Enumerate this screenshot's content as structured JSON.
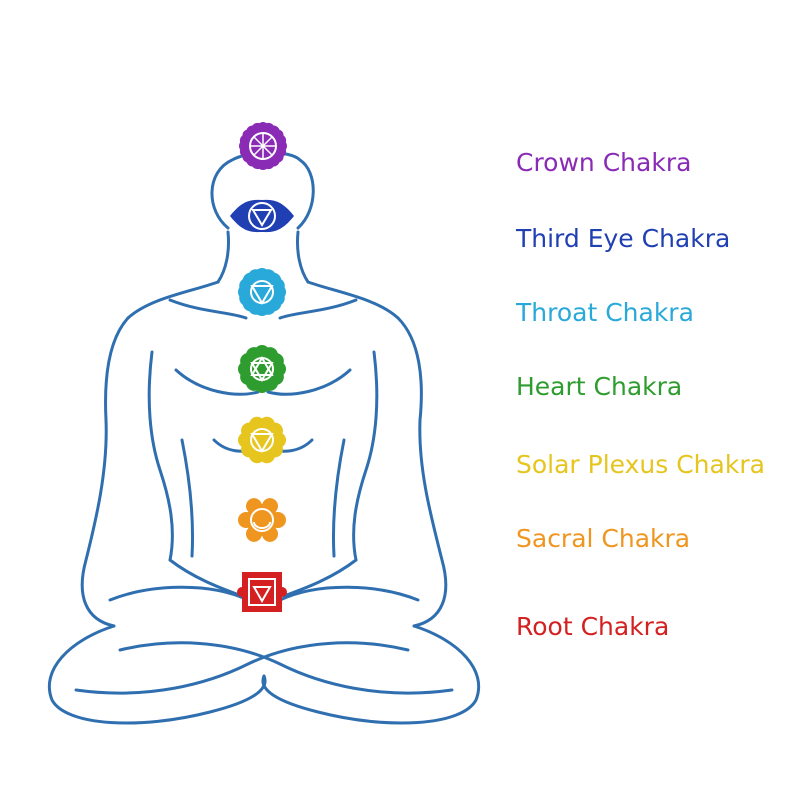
{
  "chakras": [
    {
      "label": "Crown Chakra",
      "color": "#8a2bb5",
      "icon": "crown-chakra-symbol"
    },
    {
      "label": "Third Eye Chakra",
      "color": "#1f3fb3",
      "icon": "third-eye-chakra-symbol"
    },
    {
      "label": "Throat Chakra",
      "color": "#29a9d9",
      "icon": "throat-chakra-symbol"
    },
    {
      "label": "Heart Chakra",
      "color": "#2e9c2e",
      "icon": "heart-chakra-symbol"
    },
    {
      "label": "Solar Plexus Chakra",
      "color": "#e6c51e",
      "icon": "solar-plexus-chakra-symbol"
    },
    {
      "label": "Sacral Chakra",
      "color": "#ef9620",
      "icon": "sacral-chakra-symbol"
    },
    {
      "label": "Root Chakra",
      "color": "#d42020",
      "icon": "root-chakra-symbol"
    }
  ],
  "figure_color": "#2f6fb0"
}
